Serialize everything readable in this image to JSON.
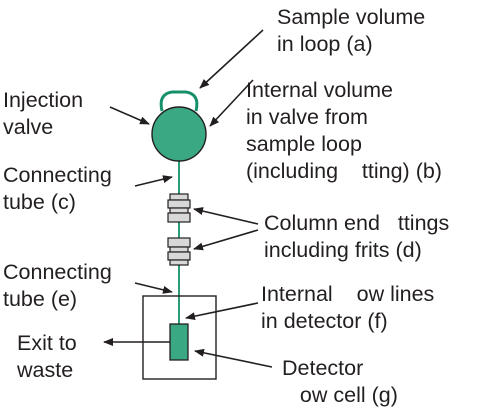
{
  "colors": {
    "text": "#231f20",
    "line": "#231f20",
    "component_fill": "#3aa882",
    "tube": "#15906a",
    "fitting_fill": "#d8d8d8"
  },
  "labels": {
    "sample_volume": [
      "Sample volume",
      "in loop (a)"
    ],
    "injection_valve": [
      "Injection",
      "valve"
    ],
    "internal_volume_valve": [
      "Internal volume",
      "in valve from",
      "sample loop",
      "(including    tting) (b)"
    ],
    "connecting_tube_c": [
      "Connecting",
      "tube (c)"
    ],
    "column_end_fittings": [
      "Column end   ttings",
      "including frits (d)"
    ],
    "connecting_tube_e": [
      "Connecting",
      "tube (e)"
    ],
    "internal_flow_lines": [
      "Internal    ow lines",
      "in detector (f)"
    ],
    "exit_to_waste": [
      "Exit to",
      "waste"
    ],
    "detector_flow_cell": [
      "Detector",
      "   ow cell (g)"
    ]
  }
}
